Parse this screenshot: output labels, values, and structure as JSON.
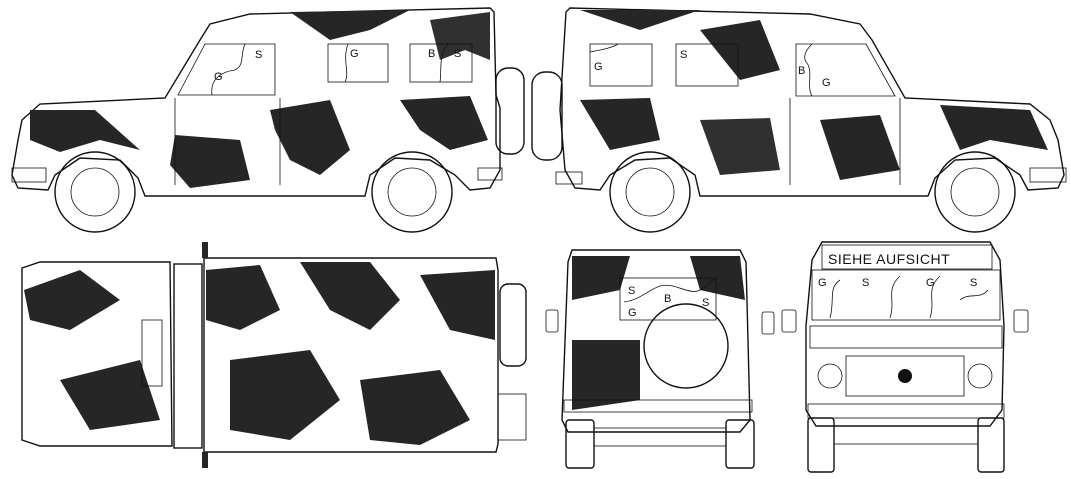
{
  "colors": {
    "camo_light": "#4d4d4d",
    "camo_mid": "#3b3b3b",
    "camo_dark": "#262626",
    "window": "#ffffff",
    "tire": "#3f3f3f",
    "hub": "#5a5a5a",
    "chrome": "#9a9a9a",
    "outline": "#111111"
  },
  "left_side_view": {
    "window_labels": {
      "front": "G",
      "mid_front": "S",
      "mid": "G",
      "rear_left": "B",
      "rear_right": "S"
    }
  },
  "right_side_view": {
    "window_labels": {
      "rear": "G",
      "mid": "S",
      "front_left": "B",
      "front_right": "G"
    }
  },
  "rear_view": {
    "window_labels": {
      "s_left": "S",
      "g_left": "G",
      "b_mid": "B",
      "s_right": "S"
    }
  },
  "front_view": {
    "note": "SIEHE AUFSICHT",
    "window_labels": {
      "g1": "G",
      "s1": "S",
      "g2": "G",
      "s2": "S"
    }
  }
}
